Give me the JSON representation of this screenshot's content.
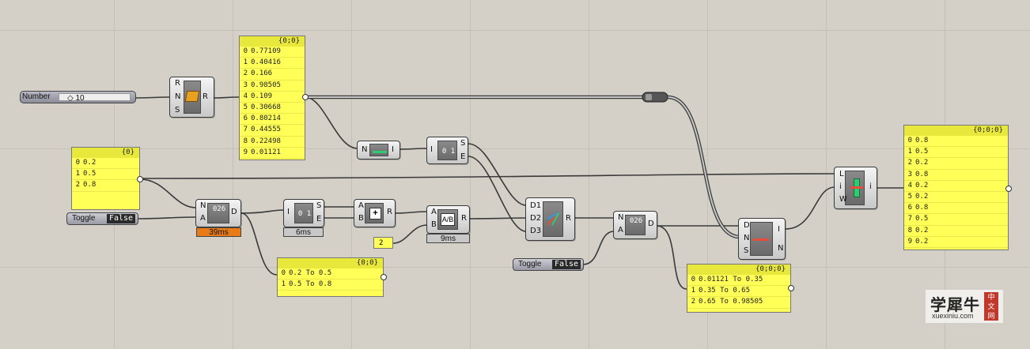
{
  "number_slider": {
    "label": "Number",
    "value": "◇ 10"
  },
  "random": {
    "inputs": [
      "R",
      "N",
      "S"
    ],
    "output": "R"
  },
  "random_panel": {
    "path": "{0;0}",
    "rows": [
      "0.77109",
      "0.40416",
      "0.166",
      "0.98505",
      "0.109",
      "0.30668",
      "0.80214",
      "0.44555",
      "0.22498",
      "0.01121"
    ]
  },
  "bounds": {
    "input": "N",
    "output": "I"
  },
  "deconstruct_domain_1": {
    "input": "I",
    "outputs": [
      "S",
      "E"
    ]
  },
  "split_panel": {
    "path": "{0}",
    "rows": [
      "0.2",
      "0.5",
      "0.8"
    ]
  },
  "toggle_1": {
    "label": "Toggle",
    "value": "False"
  },
  "consecutive_domains_1": {
    "inputs": [
      "N",
      "A"
    ],
    "output": "D",
    "timer": "39ms"
  },
  "deconstruct_domain_2": {
    "input": "I",
    "outputs": [
      "S",
      "E"
    ],
    "timer": "6ms"
  },
  "addition": {
    "inputs": [
      "A",
      "B"
    ],
    "output": "R"
  },
  "division": {
    "inputs": [
      "A",
      "B"
    ],
    "output": "R",
    "timer": "9ms"
  },
  "constant_2": {
    "value": "2"
  },
  "domains_panel_1": {
    "path": "{0;0}",
    "rows": [
      "0.2 To 0.5",
      "0.5 To 0.8"
    ]
  },
  "merge": {
    "inputs": [
      "D1",
      "D2",
      "D3"
    ],
    "output": "R"
  },
  "toggle_2": {
    "label": "Toggle",
    "value": "False"
  },
  "consecutive_domains_2": {
    "inputs": [
      "N",
      "A"
    ],
    "output": "D"
  },
  "domains_panel_2": {
    "path": "{0;0;0}",
    "rows": [
      "0.01121 To 0.35",
      "0.35 To 0.65",
      "0.65 To 0.98505"
    ]
  },
  "find_domain": {
    "inputs": [
      "D",
      "N",
      "S"
    ],
    "outputs": [
      "I",
      "N"
    ]
  },
  "list_item": {
    "inputs": [
      "L",
      "i",
      "W"
    ],
    "output": "i"
  },
  "list_panel": {
    "path": "{0;0;0}",
    "rows": [
      "0.8",
      "0.5",
      "0.2",
      "0.8",
      "0.2",
      "0.2",
      "0.8",
      "0.5",
      "0.2",
      "0.2"
    ]
  },
  "watermark": {
    "cn": "学犀牛",
    "url": "xuexiniu.com",
    "badge": [
      "中",
      "文",
      "网"
    ]
  },
  "colors": {
    "panel": "#ffff57",
    "panel_header": "#e8e83c",
    "timer_orange": "#e87a18",
    "timer_gray": "#c8c8c8",
    "canvas": "#d4d0c8",
    "watermark_red": "#c0392b"
  }
}
